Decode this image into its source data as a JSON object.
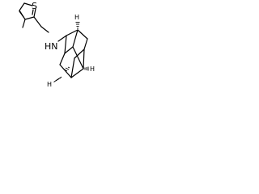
{
  "molecule": {
    "atoms": {
      "sulfur": "S",
      "amine": "HN",
      "stereo_hydrogen": "H"
    },
    "colors": {
      "bond": "#000000",
      "background": "#ffffff"
    }
  }
}
